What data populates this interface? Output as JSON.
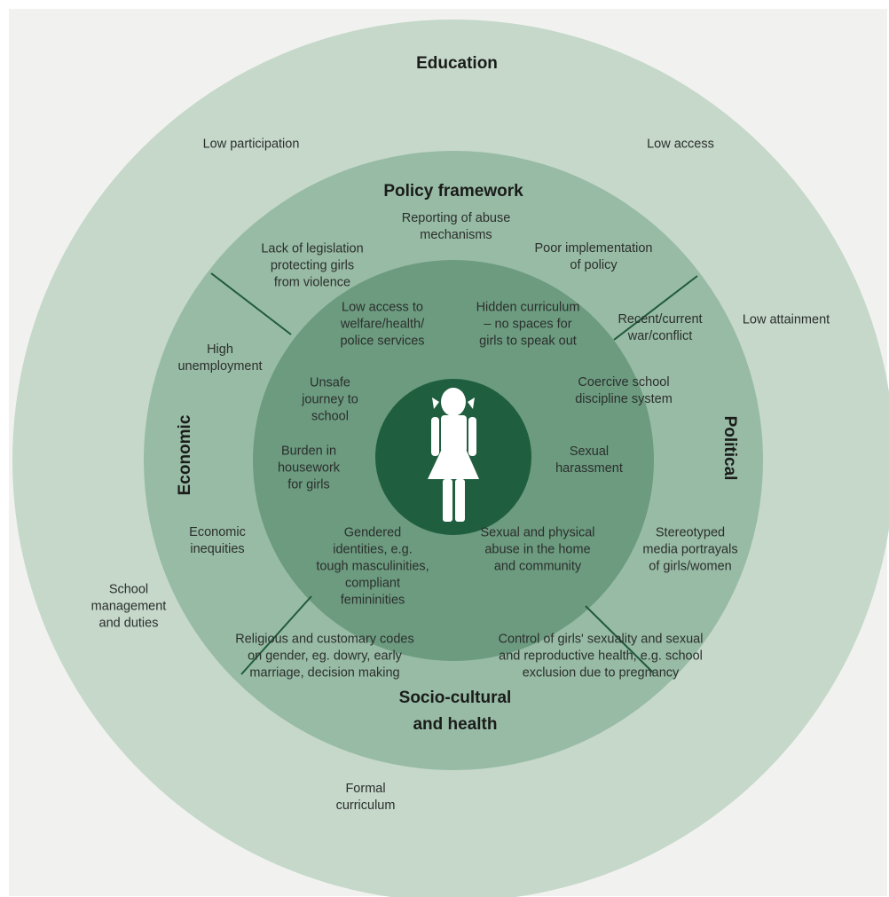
{
  "rings": {
    "outer_color": "#c5d8ca",
    "second_color": "#98bba5",
    "third_color": "#6c9b80",
    "center_color": "#1f5e3e",
    "divider_color": "#1f5a3c"
  },
  "headings": {
    "education": "Education",
    "policy": "Policy framework",
    "economic": "Economic",
    "political": "Political",
    "socio": "Socio-cultural\nand health"
  },
  "outer_ring": {
    "low_participation": "Low participation",
    "low_access": "Low access",
    "low_attainment": "Low attainment",
    "school_management": "School\nmanagement\nand duties",
    "formal_curriculum": "Formal\ncurriculum"
  },
  "middle_ring": {
    "reporting_abuse": "Reporting of abuse\nmechanisms",
    "lack_legislation": "Lack of legislation\nprotecting girls\nfrom violence",
    "poor_implementation": "Poor implementation\nof policy",
    "high_unemployment": "High\nunemployment",
    "recent_war": "Recent/current\nwar/conflict",
    "economic_inequities": "Economic\ninequities",
    "stereotyped_media": "Stereotyped\nmedia portrayals\nof girls/women",
    "religious_codes": "Religious and customary codes\non gender, eg. dowry, early\nmarriage, decision making",
    "control_sexuality": "Control of girls' sexuality and sexual\nand reproductive health, e.g. school\nexclusion due to pregnancy"
  },
  "inner_ring": {
    "low_access_welfare": "Low access to\nwelfare/health/\npolice services",
    "hidden_curriculum": "Hidden curriculum\n– no spaces for\ngirls to speak out",
    "unsafe_journey": "Unsafe\njourney to\nschool",
    "coercive_discipline": "Coercive school\ndiscipline system",
    "burden_housework": "Burden in\nhousework\nfor girls",
    "sexual_harassment": "Sexual\nharassment",
    "gendered_identities": "Gendered\nidentities, e.g.\ntough masculinities,\ncompliant\nfemininities",
    "sexual_physical_abuse": "Sexual and physical\nabuse in the home\nand community"
  },
  "center": {
    "icon": "girl-figure-icon",
    "icon_color": "#ffffff"
  }
}
